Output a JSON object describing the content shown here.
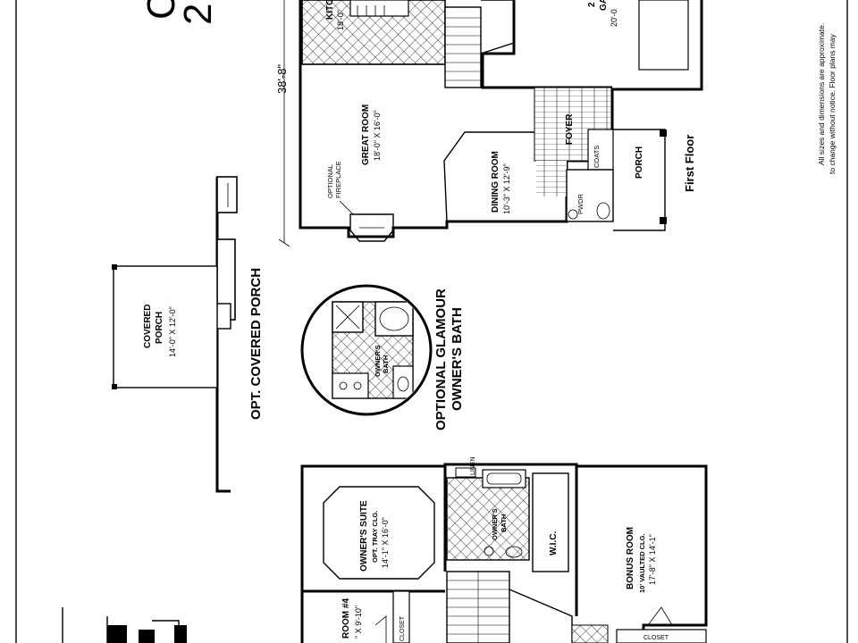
{
  "title_fragment_top": "C",
  "title_fragment_num": "2",
  "disclaimer": {
    "line1": "All sizes and dimensions are approximate.",
    "line2": "to change without notice.  Floor plans may"
  },
  "first_floor": {
    "label": "First Floor",
    "dimension": "38'-8\"",
    "kitchen": {
      "name": "KITC",
      "size": "18'-0\""
    },
    "garage": {
      "name": "GA",
      "prefix": "2",
      "size": "20'-0"
    },
    "great_room": {
      "name": "GREAT ROOM",
      "size": "18'-0\" X 16'-0\""
    },
    "optional_fireplace": {
      "line1": "OPTIONAL",
      "line2": "FIREPLACE"
    },
    "dining_room": {
      "name": "DINING ROOM",
      "size": "10'-3\" X 12'-9\""
    },
    "foyer": "FOYER",
    "coats": "COATS",
    "pwdr": "PWDR",
    "porch": "PORCH"
  },
  "opt_covered_porch": {
    "title": "OPT. COVERED PORCH",
    "room_line1": "COVERED",
    "room_line2": "PORCH",
    "size": "14'-0\" X 12'-0\""
  },
  "glamour_bath": {
    "title_line1": "OPTIONAL GLAMOUR",
    "title_line2": "OWNER'S BATH",
    "label_line1": "OWNER'S",
    "label_line2": "BATH"
  },
  "second_floor": {
    "owners_suite": {
      "name": "OWNER'S SUITE",
      "note": "OPT. TRAY CLG.",
      "size": "14'-1\" X 16'-0\""
    },
    "linen": "LINEN",
    "owners_bath": {
      "line1": "OWNER'S",
      "line2": "BATH"
    },
    "wic": "W.I.C.",
    "bonus_room": {
      "name": "BONUS ROOM",
      "note": "10' VAULTED CLG.",
      "size": "17'-8\" X 14'-1\""
    },
    "closet": "CLOSET",
    "bedroom4": {
      "name": "ROOM #4",
      "size": "\" X 9'-10\""
    },
    "closet2": "CLOSET"
  }
}
